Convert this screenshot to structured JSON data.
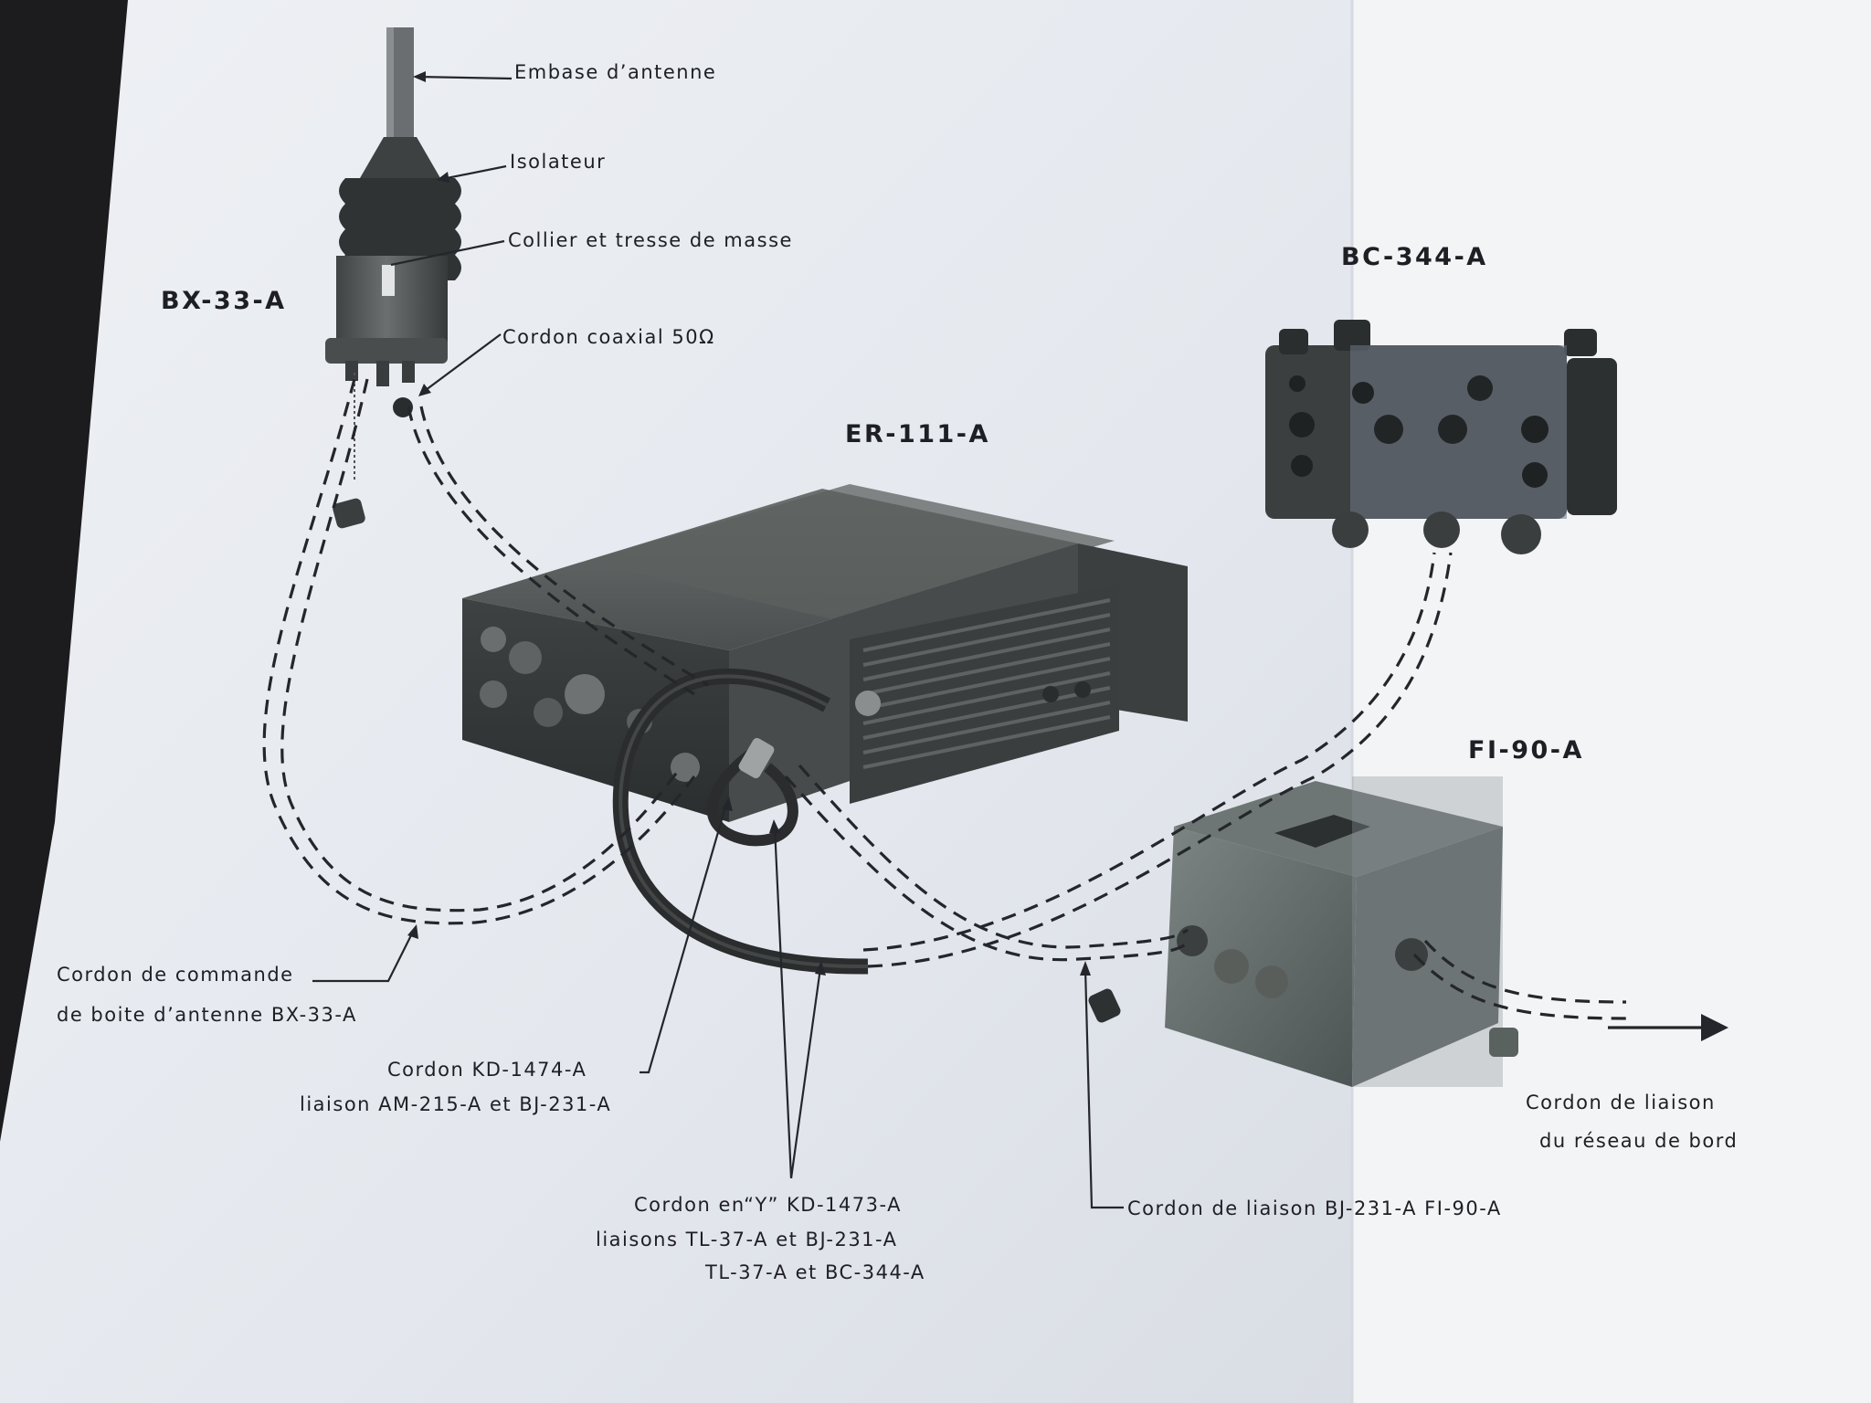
{
  "equipment": {
    "antenna_box": "BX-33-A",
    "radio": "ER-111-A",
    "control_box": "BC-344-A",
    "filter": "FI-90-A"
  },
  "callouts": {
    "antenna_base": "Embase d’antenne",
    "insulator": "Isolateur",
    "ground_strap": "Collier et tresse de masse",
    "coax_cord": "Cordon coaxial 50Ω",
    "control_cord_line1": "Cordon de commande",
    "control_cord_line2": "de boite d’antenne BX-33-A",
    "kd1474_line1": "Cordon KD-1474-A",
    "kd1474_line2": "liaison AM-215-A et BJ-231-A",
    "y_cord_line1": "Cordon en“Y” KD-1473-A",
    "y_cord_line2": "liaisons TL-37-A et BJ-231-A",
    "y_cord_line3": "TL-37-A et BC-344-A",
    "bj231_fi90_cord": "Cordon de liaison BJ-231-A FI-90-A",
    "network_cord_line1": "Cordon de liaison",
    "network_cord_line2": "du réseau de bord"
  },
  "colors": {
    "paper": "#e9ecf1",
    "paper_right": "#f4f5f7",
    "ink": "#1e1f24",
    "equipment_gray": "#55585a"
  }
}
